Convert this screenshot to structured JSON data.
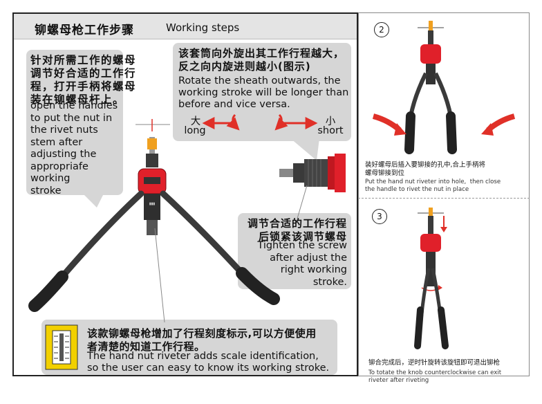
{
  "header": {
    "title_cn": "铆螺母枪工作步骤",
    "title_en": "Working steps"
  },
  "bubble_handles": {
    "cn": "针对所需工作的螺母\n调节好合适的工作行\n程，打开手柄将螺母\n装在铆螺母杆上。",
    "en": "open the handles\nto put the nut in\nthe rivet nuts\nstem after\nadjusting the\nappropriafe\nworking\nstroke"
  },
  "bubble_sheath": {
    "cn": "该套筒向外旋出其工作行程越大，\n反之向内旋进则越小(图示)",
    "en": "Rotate the sheath outwards, the\nworking stroke will be longer than\nbefore and vice versa.",
    "long_cn": "大",
    "long_en": "long",
    "short_cn": "小",
    "short_en": "short"
  },
  "bubble_screw": {
    "cn": "调节合适的工作行程\n后锁紧该调节螺母",
    "en": "Tighten the screw\nafter adjust the\nright working\nstroke."
  },
  "bubble_scale": {
    "cn": "该款铆螺母枪增加了行程刻度标示,可以方便使用\n者清楚的知道工作行程。",
    "en": "The hand nut riveter adds scale identification,\nso the user can easy to know its working stroke."
  },
  "step2": {
    "number": "2",
    "cn": "装好螺母后插入要铆接的孔中,合上手柄将\n螺母铆接到位",
    "en": "Put the hand nut riveter into hole,  then close\nthe handle to rivet the nut in place"
  },
  "step3": {
    "number": "3",
    "cn": "铆合完成后，逆时针旋转该旋钮即可退出铆枪",
    "en": "To totate the knob counterclockwise can exit\nriveter after riveting"
  },
  "colors": {
    "riveter_red": "#e0202a",
    "arrow_red": "#e03028",
    "handle_dark": "#2c2c2c",
    "bubble_grey": "#d6d6d6"
  }
}
